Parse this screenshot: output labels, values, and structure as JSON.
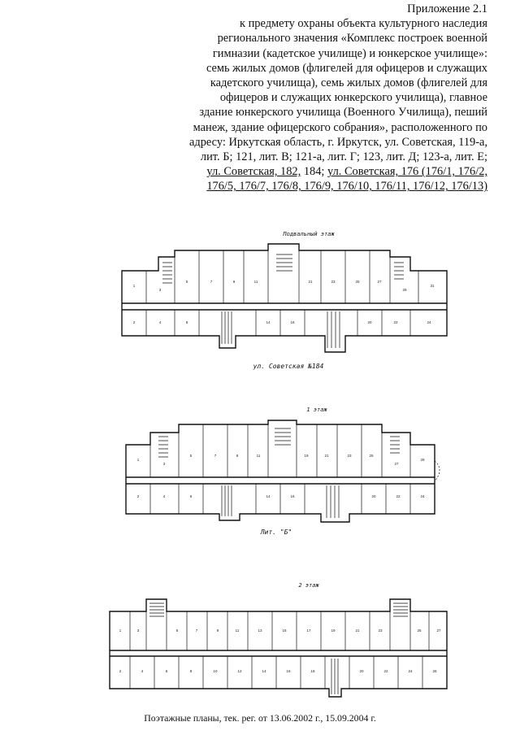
{
  "header": {
    "lines": [
      "Приложение 2.1",
      "к предмету охраны объекта культурного наследия",
      "регионального значения «Комплекс построек военной",
      "гимназии (кадетское училище) и юнкерское училище»:",
      "семь жилых домов (флигелей для офицеров и служащих",
      "кадетского училища), семь жилых домов (флигелей для",
      "офицеров и служащих юнкерского училища), главное",
      "здание юнкерского училища (Военного Училища), пеший",
      "манеж, здание офицерского собрания», расположенного по",
      "адресу: Иркутская область, г. Иркутск, ул. Советская, 119-а,"
    ],
    "line11_plain": "лит. Б; 121, лит. В; 121-а, лит. Г; 123, лит. Д; 123-а, лит. Е;",
    "line12_part1": "ул. Советская, 182,",
    "line12_part2": " 184; ",
    "line12_part3": "ул. Советская, 176 (176/1, 176/2,",
    "line13": "176/5, 176/7, 176/8, 176/9, 176/10, 176/11, 176/12, 176/13)"
  },
  "plans": {
    "basement_label": "Подвальный этаж",
    "street_label": "ул. Советская №184",
    "floor1_label": "1 этаж",
    "lit_label": "Лит. \"Б\"",
    "floor2_label": "2 этаж"
  },
  "caption": "Поэтажные планы, тек. рег. от 13.06.2002 г., 15.09.2004 г."
}
